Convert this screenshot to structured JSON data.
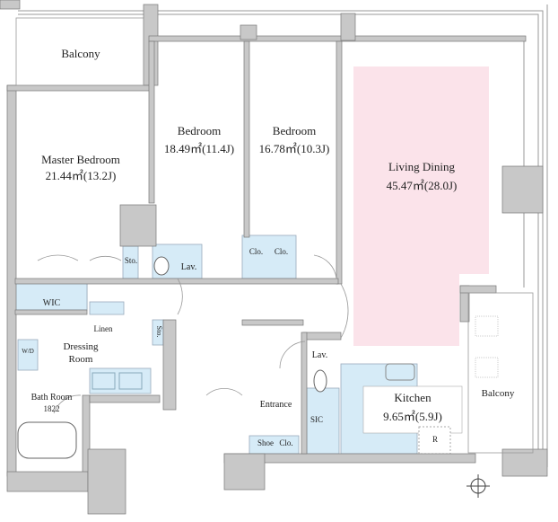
{
  "rooms": {
    "balcony_top": {
      "name": "Balcony"
    },
    "master_bedroom": {
      "name": "Master Bedroom",
      "area": "21.44㎡(13.2J)"
    },
    "bedroom_1": {
      "name": "Bedroom",
      "area": "18.49㎡(11.4J)"
    },
    "bedroom_2": {
      "name": "Bedroom",
      "area": "16.78㎡(10.3J)"
    },
    "living_dining": {
      "name": "Living Dining",
      "area": "45.47㎡(28.0J)"
    },
    "kitchen": {
      "name": "Kitchen",
      "area": "9.65㎡(5.9J)"
    },
    "balcony_right": {
      "name": "Balcony"
    },
    "wic": {
      "name": "WIC"
    },
    "dressing_room": {
      "name": "Dressing Room"
    },
    "bath_room": {
      "name": "Bath Room",
      "size": "1822"
    },
    "entrance": {
      "name": "Entrance"
    },
    "sic": {
      "name": "SIC"
    }
  },
  "fixtures": {
    "sto_1": "Sto.",
    "sto_2": "Sto.",
    "lav_1": "Lav.",
    "lav_2": "Lav.",
    "clo_1": "Clo.",
    "clo_2": "Clo.",
    "linen": "Linen",
    "wd": "W/D",
    "shoe": "Shoe",
    "clo_shoe": "Clo.",
    "r": "R"
  },
  "colors": {
    "wall": "#c8c8c8",
    "water": "#d6ebf7",
    "living": "#fbe3ea",
    "line": "#888888"
  }
}
